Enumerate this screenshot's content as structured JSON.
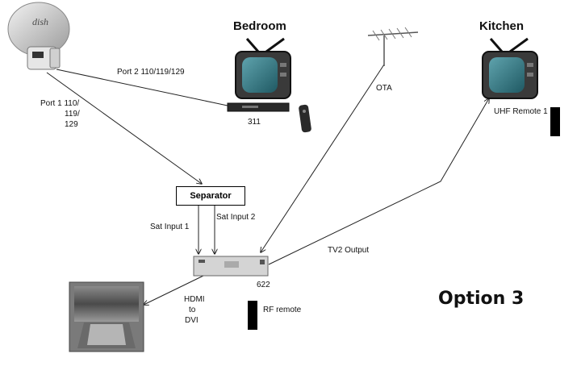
{
  "labels": {
    "bedroom": "Bedroom",
    "kitchen": "Kitchen",
    "port2": "Port 2 110/119/129",
    "port1_lines": [
      "Port 1 110/",
      "119/",
      "129"
    ],
    "receiver_311": "311",
    "ota": "OTA",
    "uhf_remote": "UHF Remote 1",
    "separator": "Separator",
    "sat_input_1": "Sat Input 1",
    "sat_input_2": "Sat Input 2",
    "tv2_output": "TV2 Output",
    "receiver_622": "622",
    "hdmi_lines": [
      "HDMI",
      "to",
      "DVI"
    ],
    "rf_remote": "RF remote",
    "option": "Option 3",
    "dish_logo": "dish"
  },
  "colors": {
    "tv_screen": "#2f6f7a",
    "tv_body": "#3a3a3a",
    "receiver": "#c8c8c8",
    "line": "#222222"
  }
}
